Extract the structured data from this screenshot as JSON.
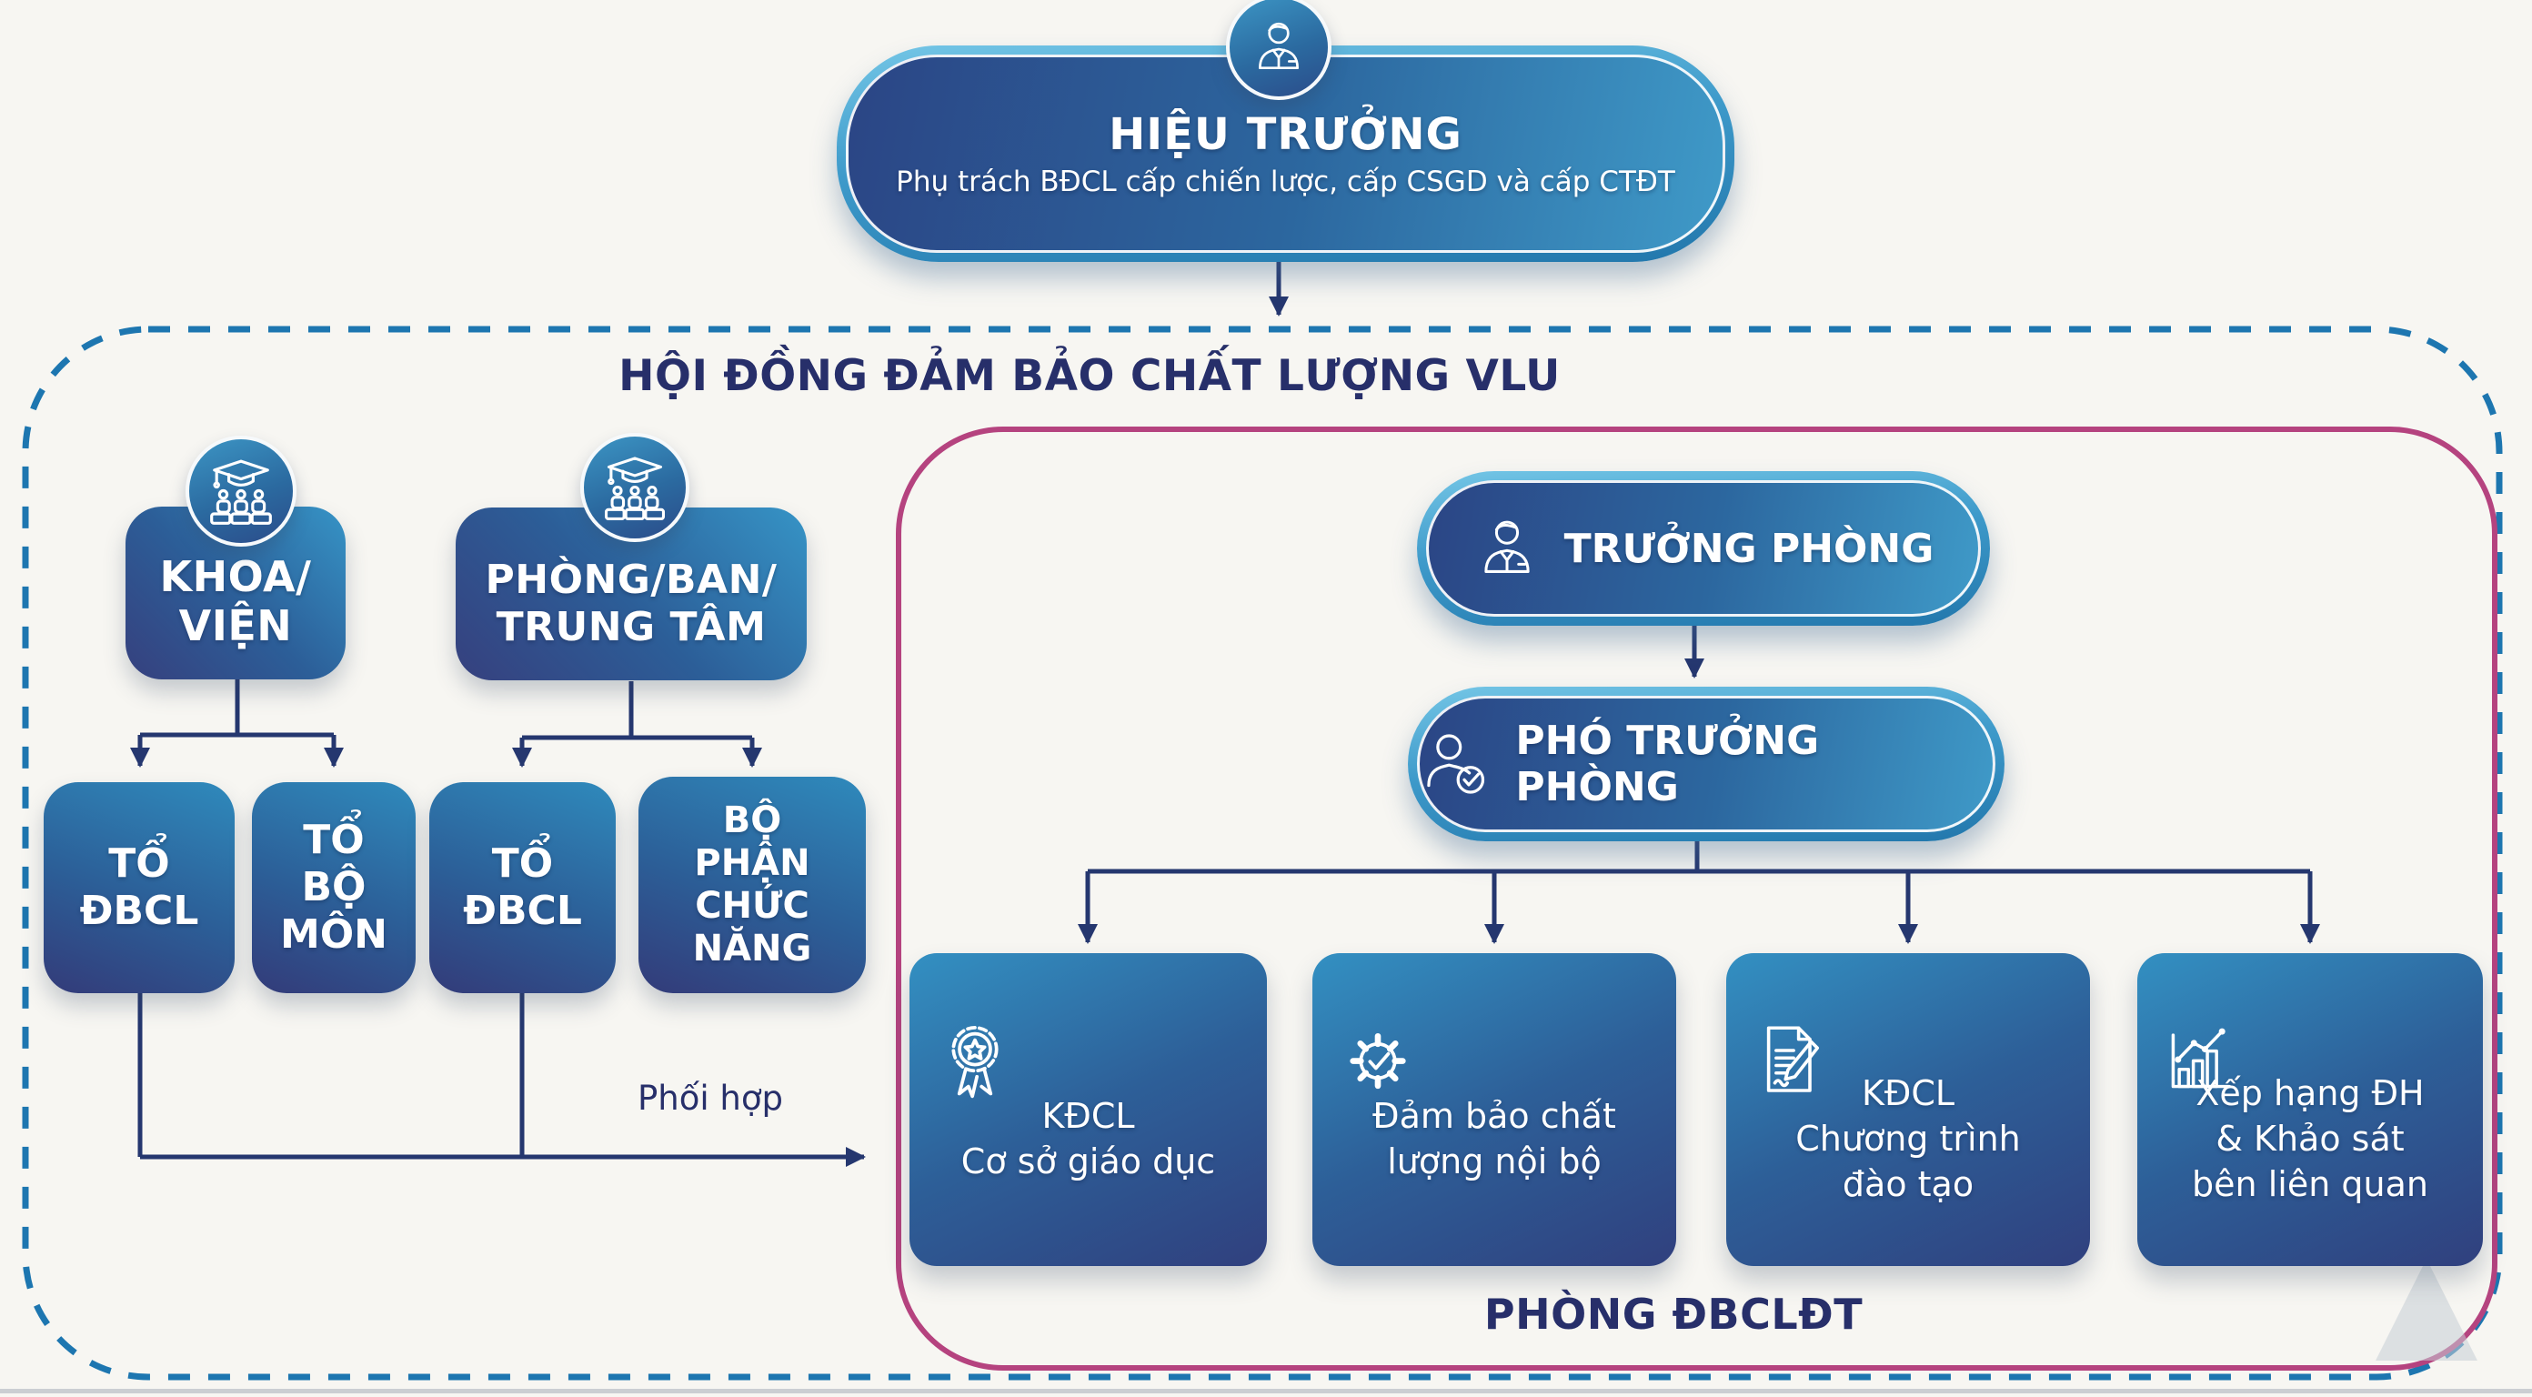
{
  "rector": {
    "title": "HIỆU TRƯỞNG",
    "subtitle": "Phụ trách BĐCL cấp chiến lược, cấp CSGD và cấp CTĐT",
    "icon": "person-icon"
  },
  "council": {
    "title": "HỘI ĐỒNG ĐẢM BẢO CHẤT LƯỢNG VLU"
  },
  "academic_units": [
    {
      "label": "KHOA/\nVIỆN",
      "icon": "graduation-class-icon"
    },
    {
      "label": "PHÒNG/BAN/\nTRUNG TÂM",
      "icon": "graduation-class-icon"
    }
  ],
  "sub_units": [
    {
      "label": "TỔ\nĐBCL"
    },
    {
      "label": "TỔ\nBỘ\nMÔN"
    },
    {
      "label": "TỔ\nĐBCL"
    },
    {
      "label": "BỘ\nPHẬN\nCHỨC\nNĂNG"
    }
  ],
  "department": {
    "head": "TRƯỞNG PHÒNG",
    "head_icon": "person-icon",
    "deputy": "PHÓ TRƯỞNG PHÒNG",
    "deputy_icon": "person-check-icon",
    "label": "PHÒNG ĐBCLĐT",
    "functions": [
      {
        "label": "KĐCL\nCơ sở giáo dục",
        "icon": "award-medal-icon"
      },
      {
        "label": "Đảm bảo chất\nlượng nội bộ",
        "icon": "gear-check-icon"
      },
      {
        "label": "KĐCL\nChương trình\nđào tạo",
        "icon": "document-pencil-icon"
      },
      {
        "label": "Xếp hạng ĐH\n& Khảo sát\nbên liên quan",
        "icon": "bar-chart-icon"
      }
    ]
  },
  "connectors": {
    "coordination_label": "Phối hợp"
  },
  "colors": {
    "navy_text": "#272f6a",
    "wire": "#25376f",
    "dashed_border": "#1d76b0",
    "pink_border": "#b5437f",
    "box_light": "#3390c2",
    "box_dark": "#30407e",
    "background": "#f7f6f2"
  }
}
